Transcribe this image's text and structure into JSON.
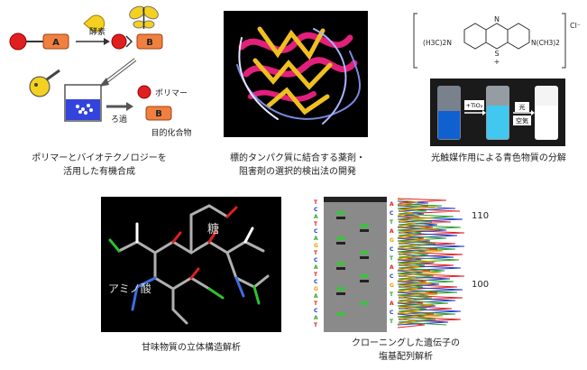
{
  "panels": [
    {
      "id": "organic-synthesis",
      "caption_line1": "ポリマーとバイオテクノロジーを",
      "caption_line2": "活用した有機合成",
      "labels": {
        "a": "A",
        "b": "B",
        "enzyme": "酵素",
        "polymer": "ポリマー",
        "filtration": "ろ過",
        "target": "目的化合物"
      }
    },
    {
      "id": "drug-detection",
      "caption_line1": "標的タンパク質に結合する薬剤・",
      "caption_line2": "阻害剤の選択的検出法の開発"
    },
    {
      "id": "photocatalysis",
      "caption_line1": "光触媒作用による青色物質の分解",
      "labels": {
        "left_group": "(H3C)2N",
        "right_group": "N(CH3)2",
        "sulfur": "S",
        "plus": "+",
        "nitrogen": "N",
        "chloride": "Cl⁻",
        "tio2": "+TiO₂",
        "light": "光",
        "air": "空気"
      }
    },
    {
      "id": "sweetener-structure",
      "caption_line1": "甘味物質の立体構造解析",
      "labels": {
        "sugar": "糖",
        "amino_acid": "アミノ酸"
      }
    },
    {
      "id": "gene-sequencing",
      "caption_line1": "クローニングした遺伝子の",
      "caption_line2": "塩基配列解析",
      "labels": {
        "pos1": "110",
        "pos2": "100"
      }
    }
  ],
  "colors": {
    "red": "#e02020",
    "orange": "#f08040",
    "yellow": "#f4d020",
    "blue": "#3344dd",
    "magenta": "#e0207a"
  }
}
